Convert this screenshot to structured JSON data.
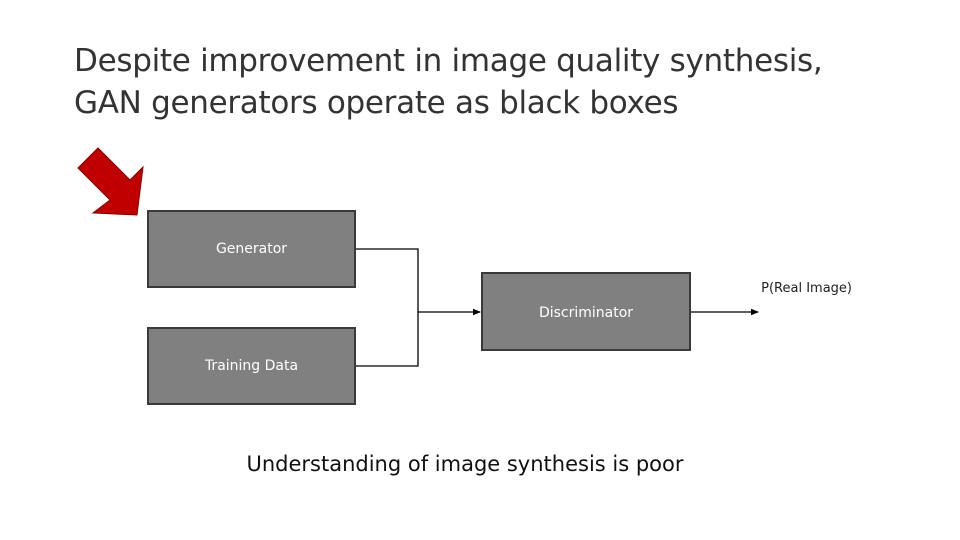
{
  "slide": {
    "title_lines": [
      "Despite improvement in image quality synthesis,",
      "GAN generators operate as black boxes"
    ],
    "caption": "Understanding of image synthesis is poor"
  },
  "diagram": {
    "blocks": {
      "generator": "Generator",
      "training_data": "Training Data",
      "discriminator": "Discriminator"
    },
    "output_label": "P(Real Image)",
    "pointer_icon": "red-arrow-icon"
  },
  "colors": {
    "block_fill": "#808080",
    "block_border": "#3a3a3a",
    "block_text": "#ffffff",
    "arrow": "#c00000",
    "connector": "#000000"
  }
}
